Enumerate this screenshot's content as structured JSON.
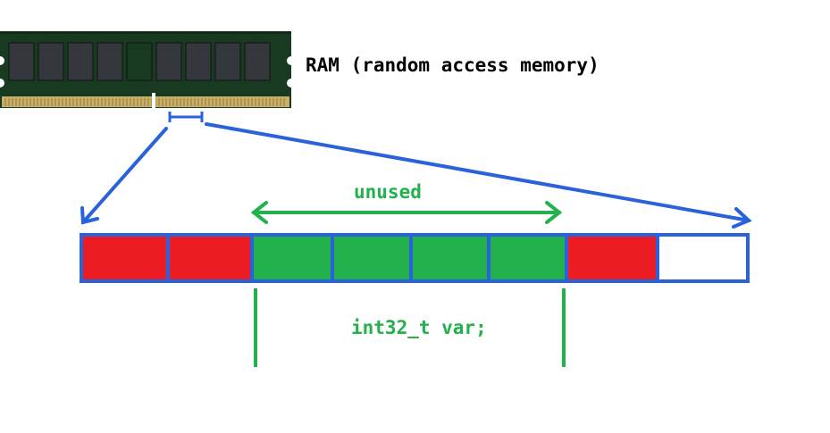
{
  "labels": {
    "ram": "RAM (random access memory)",
    "unused": "unused",
    "variable": "int32_t var;"
  },
  "memory": {
    "cells": [
      {
        "state": "used"
      },
      {
        "state": "used"
      },
      {
        "state": "variable"
      },
      {
        "state": "variable"
      },
      {
        "state": "variable"
      },
      {
        "state": "variable"
      },
      {
        "state": "used"
      },
      {
        "state": "free"
      }
    ]
  },
  "colors": {
    "used": "#ec1c24",
    "variable": "#22b14c",
    "free": "#ffffff",
    "outline": "#2a62dc",
    "pointer": "#2a62dc",
    "annotation": "#22b14c",
    "pcb": "#173a21",
    "chip": "#34383d",
    "contacts": "#c8b06a"
  },
  "icons": {
    "ram_module": "ram-stick-icon"
  }
}
